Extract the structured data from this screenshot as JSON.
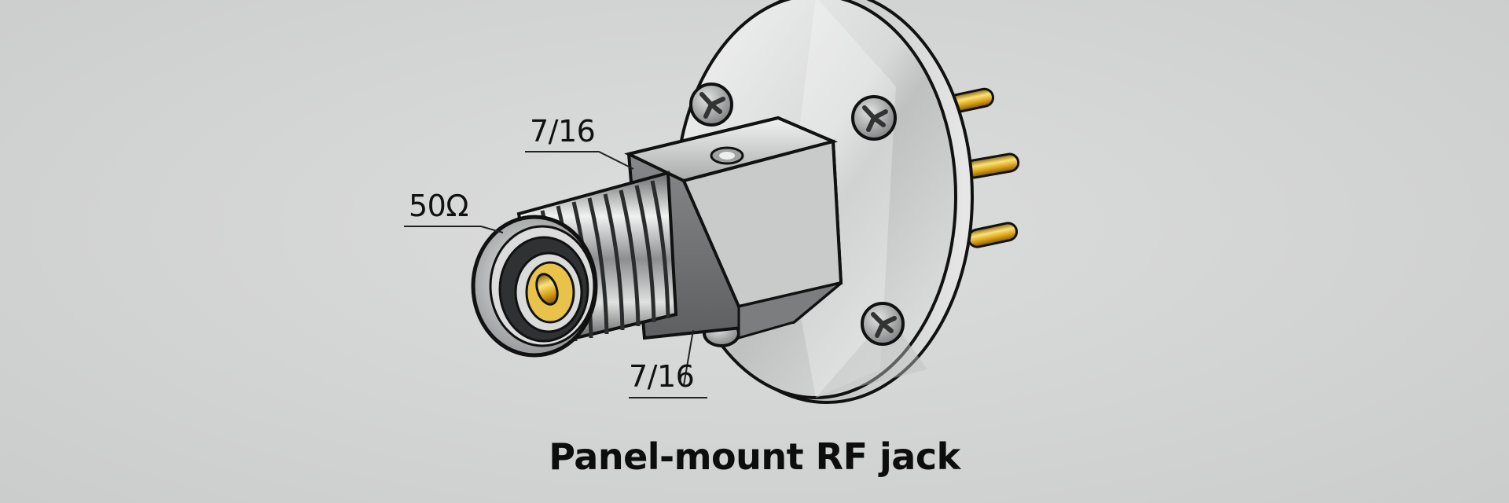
{
  "diagram": {
    "title": "Panel-mount RF jack",
    "subject": "panel-mount RF connector jack illustration",
    "callouts": [
      {
        "id": "top-hex",
        "text": "7/16",
        "points_to": "hex nut"
      },
      {
        "id": "impedance",
        "text": "50Ω",
        "points_to": "threaded barrel front"
      },
      {
        "id": "bottom-thread",
        "text": "7/16",
        "points_to": "threaded barrel rear"
      }
    ],
    "parts": [
      "threaded barrel",
      "gold center contact",
      "hex nut",
      "mounting flange",
      "3 mounting screws",
      "3 gold rear pins"
    ],
    "colors": {
      "background": "#d3d4d4",
      "metal": "#b8babb",
      "gold": "#d9a514",
      "outline": "#111111",
      "text": "#0d0d0d"
    }
  }
}
